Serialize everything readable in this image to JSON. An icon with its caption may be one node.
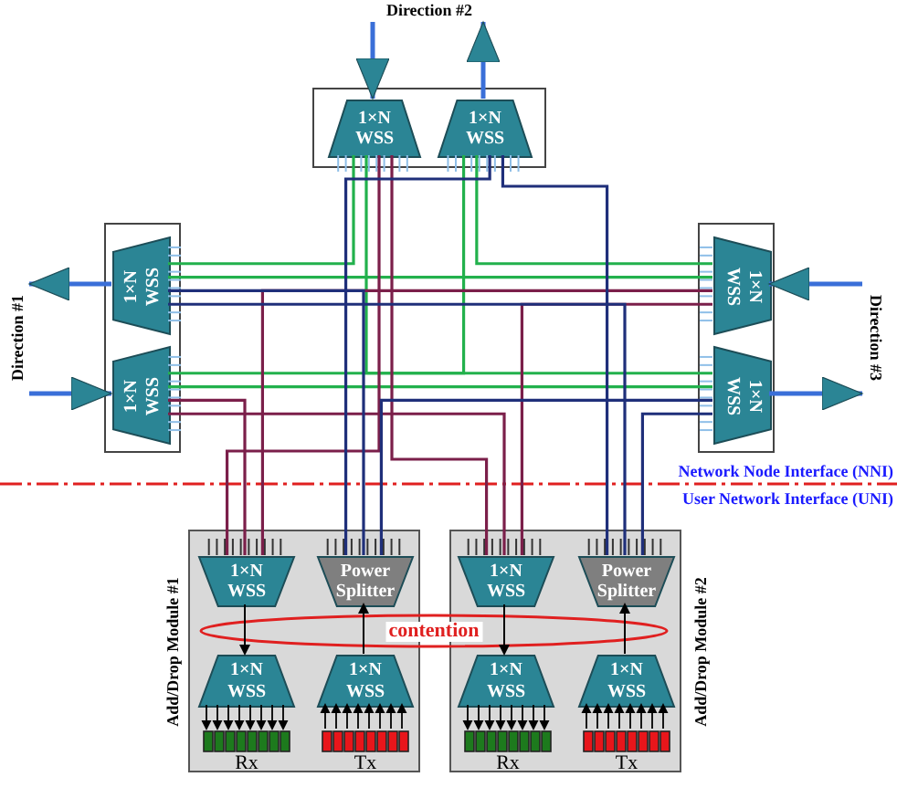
{
  "diagram": {
    "nodes": [
      {
        "text": [],
        "shape": "box"
      },
      {
        "text": [
          "1×N WSS"
        ],
        "in": 0
      },
      {
        "text": [
          "1×N WSS"
        ],
        "in": 0
      },
      {
        "text": [],
        "shape": "box"
      },
      {
        "text": [
          "1×N WSS"
        ],
        "in": 3
      },
      {
        "text": [
          "1×N WSS"
        ],
        "in": 3
      },
      {
        "text": [],
        "shape": "box"
      },
      {
        "text": [
          "1×N WSS"
        ],
        "in": 6
      },
      {
        "text": [
          "1×N WSS"
        ],
        "in": 6
      },
      {
        "text": [
          "Add/Drop Module #1"
        ]
      },
      {
        "text": [
          "1×N WSS"
        ],
        "in": 9
      },
      {
        "text": [
          "Power Splitter"
        ],
        "in": 9
      },
      {
        "text": [
          "1×N WSS"
        ],
        "in": 9
      },
      {
        "text": [
          "1×N WSS"
        ],
        "in": 9
      },
      {
        "text": [
          "Rx"
        ],
        "in": 9
      },
      {
        "text": [
          "Tx"
        ],
        "in": 9
      },
      {
        "text": [
          "Add/Drop Module #2"
        ]
      },
      {
        "text": [
          "1×N WSS"
        ],
        "in": 16
      },
      {
        "text": [
          "Power Splitter"
        ],
        "in": 16
      },
      {
        "text": [
          "1×N WSS"
        ],
        "in": 16
      },
      {
        "text": [
          "1×N WSS"
        ],
        "in": 16
      },
      {
        "text": [
          "Rx"
        ],
        "in": 16
      },
      {
        "text": [
          "Tx"
        ],
        "in": 16
      },
      {
        "text": [
          "Direction #2"
        ]
      },
      {
        "text": [
          "Direction #1"
        ]
      },
      {
        "text": [
          "Direction #3"
        ]
      }
    ],
    "edges": [
      {
        "from": 23,
        "to": 1,
        "arrow": "to",
        "color": "#3a6fd8"
      },
      {
        "from": 2,
        "to": 23,
        "arrow": "to",
        "color": "#3a6fd8"
      },
      {
        "from": 4,
        "to": 24,
        "arrow": "to",
        "color": "#3a6fd8"
      },
      {
        "from": 24,
        "to": 5,
        "arrow": "to",
        "color": "#3a6fd8"
      },
      {
        "from": 25,
        "to": 7,
        "arrow": "to",
        "color": "#3a6fd8"
      },
      {
        "from": 8,
        "to": 25,
        "arrow": "to",
        "color": "#3a6fd8"
      },
      {
        "from": 1,
        "to": 4,
        "arrow": "none",
        "color": "#22b14c"
      },
      {
        "from": 1,
        "to": 8,
        "arrow": "none",
        "color": "#22b14c"
      },
      {
        "from": 5,
        "to": 2,
        "arrow": "none",
        "color": "#22b14c"
      },
      {
        "from": 5,
        "to": 8,
        "arrow": "none",
        "color": "#22b14c"
      },
      {
        "from": 7,
        "to": 2,
        "arrow": "none",
        "color": "#22b14c"
      },
      {
        "from": 7,
        "to": 4,
        "arrow": "none",
        "color": "#22b14c"
      },
      {
        "from": 1,
        "to": 10,
        "arrow": "none",
        "color": "#7b1f4a"
      },
      {
        "from": 5,
        "to": 10,
        "arrow": "none",
        "color": "#7b1f4a"
      },
      {
        "from": 7,
        "to": 10,
        "arrow": "none",
        "color": "#7b1f4a"
      },
      {
        "from": 1,
        "to": 17,
        "arrow": "none",
        "color": "#7b1f4a"
      },
      {
        "from": 5,
        "to": 17,
        "arrow": "none",
        "color": "#7b1f4a"
      },
      {
        "from": 7,
        "to": 17,
        "arrow": "none",
        "color": "#7b1f4a"
      },
      {
        "from": 11,
        "to": 2,
        "arrow": "none",
        "color": "#1f2f7a"
      },
      {
        "from": 11,
        "to": 4,
        "arrow": "none",
        "color": "#1f2f7a"
      },
      {
        "from": 11,
        "to": 8,
        "arrow": "none",
        "color": "#1f2f7a"
      },
      {
        "from": 18,
        "to": 2,
        "arrow": "none",
        "color": "#1f2f7a"
      },
      {
        "from": 18,
        "to": 4,
        "arrow": "none",
        "color": "#1f2f7a"
      },
      {
        "from": 18,
        "to": 8,
        "arrow": "none",
        "color": "#1f2f7a"
      },
      {
        "from": 10,
        "to": 12,
        "arrow": "to"
      },
      {
        "from": 13,
        "to": 11,
        "arrow": "to"
      },
      {
        "from": 12,
        "to": 14,
        "arrow": "to"
      },
      {
        "from": 15,
        "to": 13,
        "arrow": "to"
      },
      {
        "from": 17,
        "to": 19,
        "arrow": "to"
      },
      {
        "from": 20,
        "to": 18,
        "arrow": "to"
      },
      {
        "from": 19,
        "to": 21,
        "arrow": "to"
      },
      {
        "from": 22,
        "to": 20,
        "arrow": "to"
      }
    ],
    "labels": [
      "Network Node Interface (NNI)",
      "User Network Interface (UNI)",
      "contention"
    ]
  }
}
